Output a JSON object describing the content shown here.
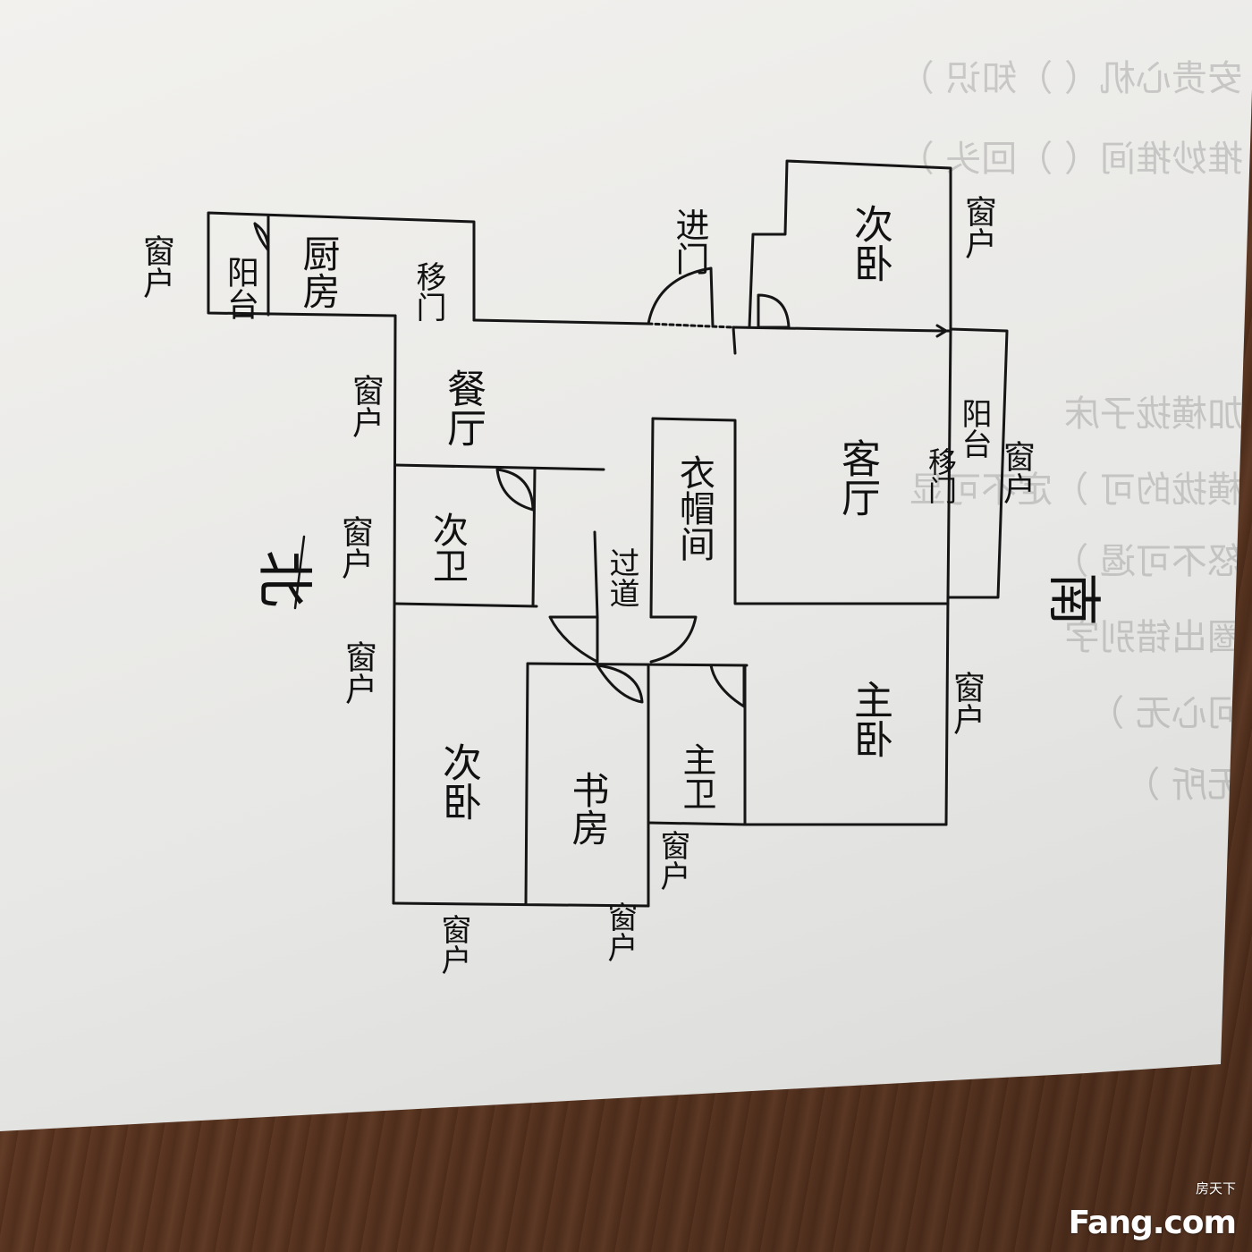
{
  "rooms": {
    "second_bedroom_top": "次卧",
    "kitchen": "厨房",
    "balcony_kitchen": "阳台",
    "dining_room": "餐厅",
    "living_room": "客厅",
    "balcony_living": "阳台",
    "sliding_door_top": "移门",
    "sliding_door_living": "移门",
    "entrance_door": "进门",
    "cloakroom": "衣帽间",
    "second_bathroom": "次卫",
    "corridor": "过道",
    "second_bedroom_bottom": "次卧",
    "study": "书房",
    "master_bathroom": "主卫",
    "master_bedroom": "主卧"
  },
  "windows": [
    "窗户",
    "窗户",
    "窗户",
    "窗户",
    "窗户",
    "窗户",
    "窗户",
    "窗户",
    "窗户",
    "窗户"
  ],
  "directions": {
    "north": "北",
    "south": "南"
  },
  "watermark": {
    "chinese": "房天下",
    "brand": "Fang.com"
  }
}
